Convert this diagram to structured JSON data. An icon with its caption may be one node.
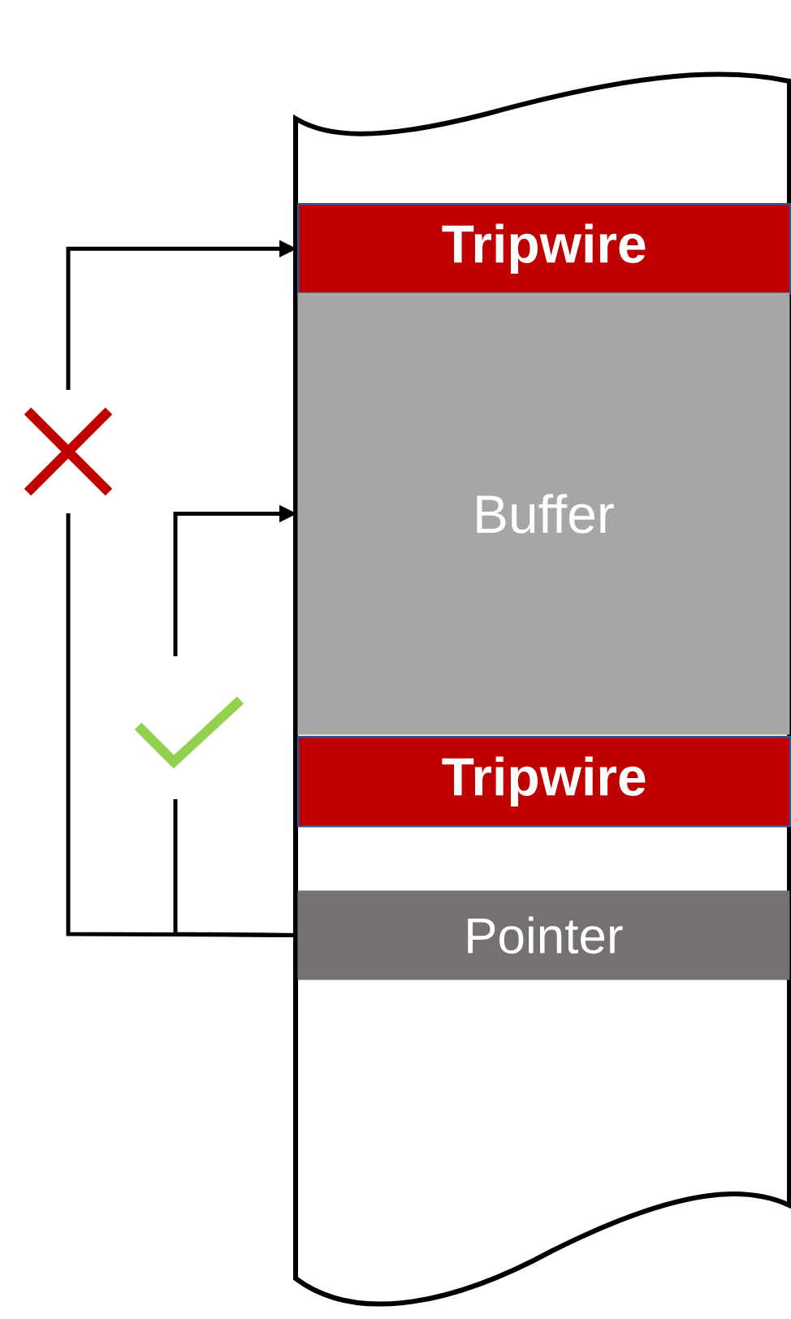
{
  "diagram": {
    "nodes": [
      {
        "text": [
          "Tripwire"
        ]
      },
      {
        "text": [
          "Buffer"
        ]
      },
      {
        "text": [
          "Tripwire"
        ]
      },
      {
        "text": [
          "Pointer"
        ]
      }
    ],
    "edges": [
      {
        "from": 3,
        "to": 0,
        "arrow": "to"
      },
      {
        "from": 3,
        "to": 1,
        "arrow": "to"
      }
    ]
  }
}
